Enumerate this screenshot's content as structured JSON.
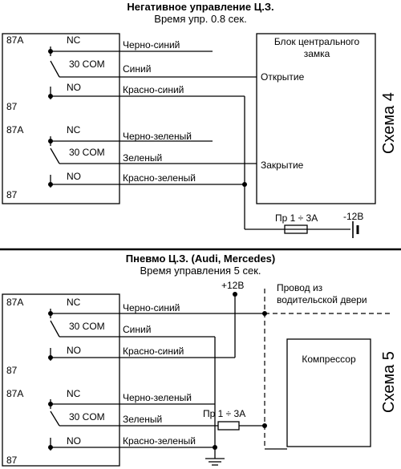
{
  "scheme4": {
    "title": "Негативное управление Ц.З.",
    "subtitle": "Время упр. 0.8 сек.",
    "scheme_label": "Схема 4",
    "relays": [
      {
        "nc_pin": "87A",
        "nc_label": "NC",
        "com_label": "30 COM",
        "no_label": "NO",
        "no_pin": "87",
        "nc_wire": "Черно-синий",
        "com_wire": "Синий",
        "no_wire": "Красно-синий"
      },
      {
        "nc_pin": "87A",
        "nc_label": "NC",
        "com_label": "30 COM",
        "no_label": "NO",
        "no_pin": "87",
        "nc_wire": "Черно-зеленый",
        "com_wire": "Зеленый",
        "no_wire": "Красно-зеленый"
      }
    ],
    "lock_unit": {
      "title_line1": "Блок центрального",
      "title_line2": "замка",
      "open_label": "Открытие",
      "close_label": "Закрытие"
    },
    "fuse_label": "Пр 1 ÷ 3А",
    "supply_label": "-12В"
  },
  "scheme5": {
    "title": "Пневмо Ц.З. (Audi, Mercedes)",
    "subtitle": "Время управления 5 сек.",
    "scheme_label": "Схема 5",
    "relays": [
      {
        "nc_pin": "87A",
        "nc_label": "NC",
        "com_label": "30 COM",
        "no_label": "NO",
        "no_pin": "87",
        "nc_wire": "Черно-синий",
        "com_wire": "Синий",
        "no_wire": "Красно-синий"
      },
      {
        "nc_pin": "87A",
        "nc_label": "NC",
        "com_label": "30 COM",
        "no_label": "NO",
        "no_pin": "87",
        "nc_wire": "Черно-зеленый",
        "com_wire": "Зеленый",
        "no_wire": "Красно-зеленый"
      }
    ],
    "supply_label": "+12В",
    "door_wire_line1": "Провод из",
    "door_wire_line2": "водительской двери",
    "compressor_label": "Компрессор",
    "fuse_label": "Пр 1 ÷ 3А"
  }
}
